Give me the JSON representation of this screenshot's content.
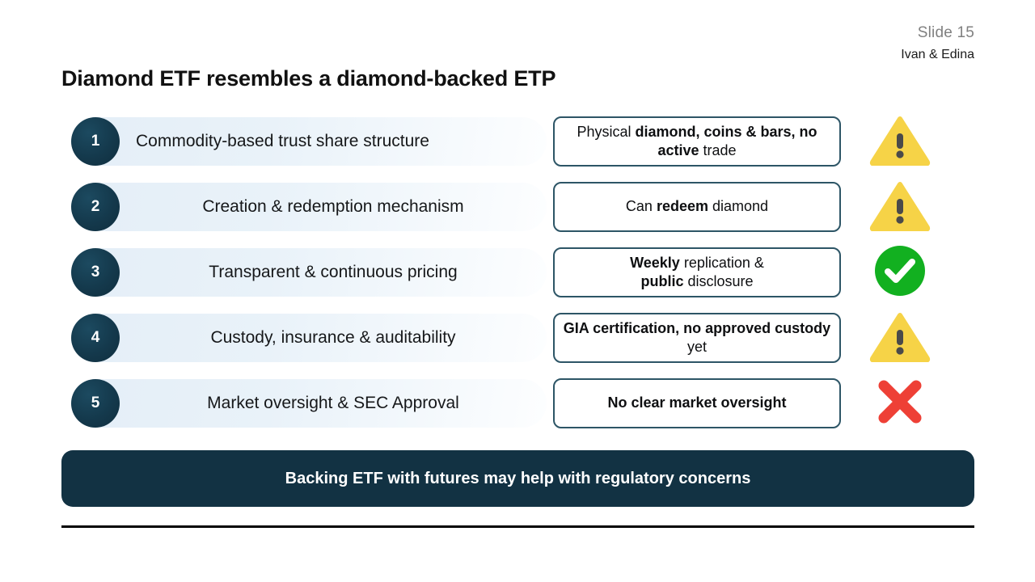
{
  "header": {
    "slide_number": "Slide 15",
    "authors": "Ivan & Edina"
  },
  "title": "Diamond ETF resembles a diamond-backed ETP",
  "rows": [
    {
      "number": "1",
      "label": "Commodity-based trust share structure",
      "callout_parts": [
        {
          "text": "Physical ",
          "bold": false
        },
        {
          "text": "diamond, coins & bars, no active",
          "bold": true
        },
        {
          "text": " trade",
          "bold": false
        }
      ],
      "callout_plain": "Physical diamond, coins & bars, no active trade",
      "status": "warning-icon"
    },
    {
      "number": "2",
      "label": "Creation & redemption mechanism",
      "callout_parts": [
        {
          "text": "Can ",
          "bold": false
        },
        {
          "text": "redeem",
          "bold": true
        },
        {
          "text": " diamond",
          "bold": false
        }
      ],
      "callout_plain": "Can redeem diamond",
      "status": "warning-icon"
    },
    {
      "number": "3",
      "label": "Transparent & continuous pricing",
      "callout_parts": [
        {
          "text": "Weekly",
          "bold": true
        },
        {
          "text": " replication & ",
          "bold": false
        },
        {
          "text": "public",
          "bold": true
        },
        {
          "text": " disclosure",
          "bold": false
        }
      ],
      "callout_plain": "Weekly replication & public disclosure",
      "status": "check-icon"
    },
    {
      "number": "4",
      "label": "Custody, insurance & auditability",
      "callout_parts": [
        {
          "text": "GIA certification, no approved custody",
          "bold": true
        },
        {
          "text": " yet",
          "bold": false
        }
      ],
      "callout_plain": "GIA certification, no approved custody yet",
      "status": "warning-icon"
    },
    {
      "number": "5",
      "label": "Market oversight & SEC Approval",
      "callout_parts": [
        {
          "text": "No clear market oversight",
          "bold": true
        }
      ],
      "callout_plain": "No clear market oversight",
      "status": "cross-icon"
    }
  ],
  "banner": "Backing ETF with futures may help with regulatory concerns",
  "colors": {
    "navy": "#123243",
    "badge": "#14394c",
    "box_border": "#2d5566",
    "pill_light": "#e4eef7",
    "warning": "#f6d347",
    "warning_mark": "#4a4a4a",
    "success": "#12b020",
    "danger": "#ee4036",
    "slide_number": "#808080"
  }
}
